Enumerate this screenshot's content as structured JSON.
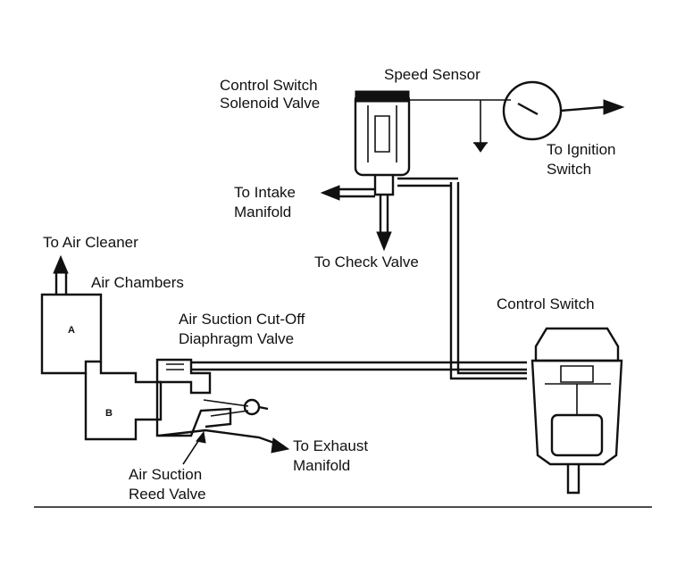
{
  "labels": {
    "speed_sensor": "Speed Sensor",
    "solenoid_line1": "Control Switch",
    "solenoid_line2": "Solenoid Valve",
    "ignition_line1": "To Ignition",
    "ignition_line2": "Switch",
    "intake_line1": "To Intake",
    "intake_line2": "Manifold",
    "check_valve": "To Check Valve",
    "air_cleaner": "To Air Cleaner",
    "air_chambers": "Air Chambers",
    "control_switch": "Control Switch",
    "cutoff_line1": "Air Suction Cut-Off",
    "cutoff_line2": "Diaphragm Valve",
    "exhaust_line1": "To Exhaust",
    "exhaust_line2": "Manifold",
    "reed_line1": "Air Suction",
    "reed_line2": "Reed Valve",
    "chamber_a": "A",
    "chamber_b": "B"
  }
}
